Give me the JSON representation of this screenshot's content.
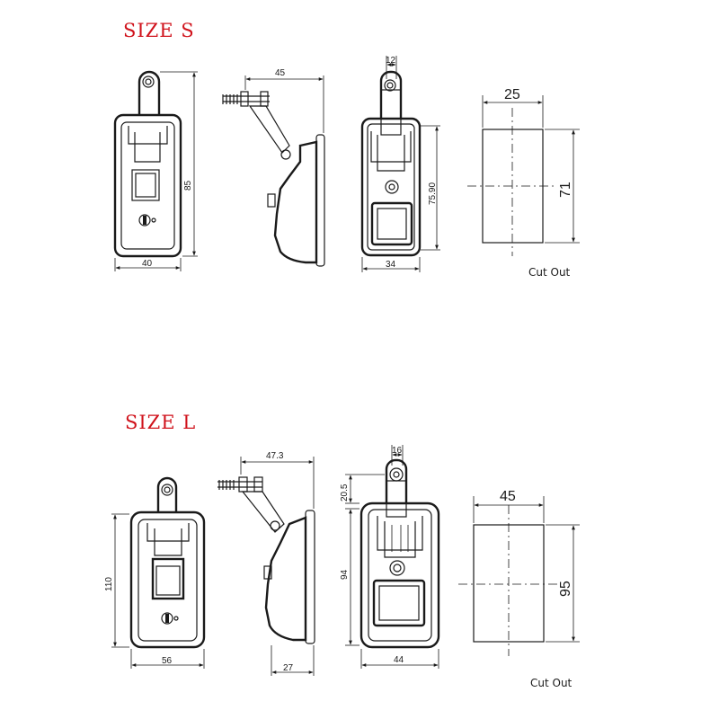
{
  "size_s": {
    "title": "SIZE S",
    "front": {
      "width": "40",
      "height": "85"
    },
    "side": {
      "depth": "45"
    },
    "back": {
      "top": "12",
      "height": "75.90",
      "width": "34"
    },
    "cutout": {
      "width": "25",
      "height": "71",
      "label": "Cut Out"
    }
  },
  "size_l": {
    "title": "SIZE L",
    "front": {
      "width": "56",
      "height": "110"
    },
    "side": {
      "depth": "47.3",
      "bottom": "27"
    },
    "back": {
      "top": "16",
      "offset": "20.5",
      "height": "94",
      "width": "44"
    },
    "cutout": {
      "width": "45",
      "height": "95",
      "label": "Cut Out"
    }
  }
}
